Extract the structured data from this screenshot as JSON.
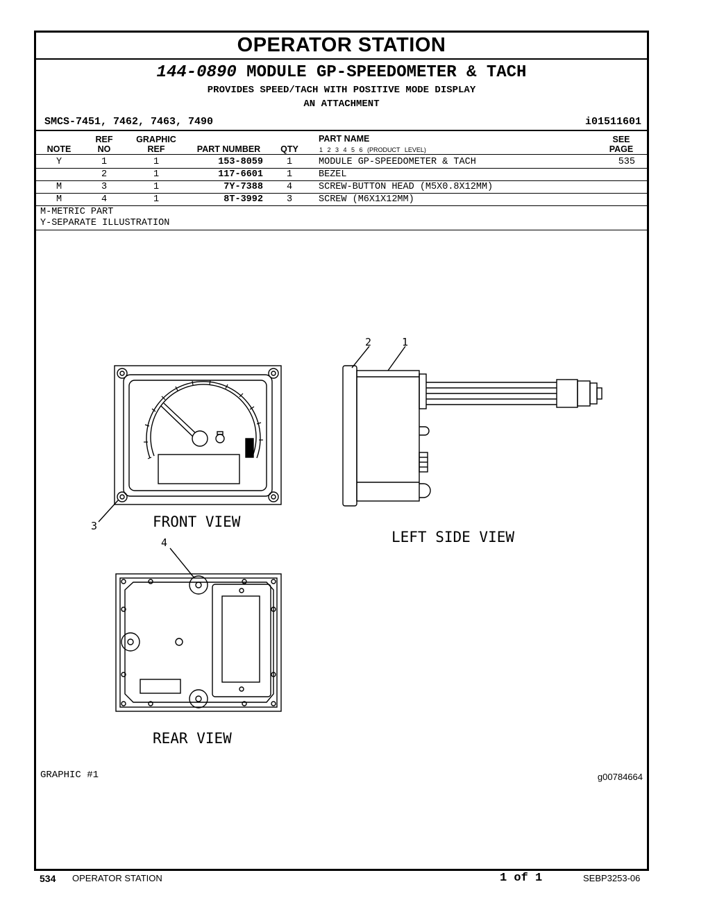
{
  "header": {
    "section_title": "OPERATOR STATION",
    "part_number": "144-0890",
    "part_title": "MODULE GP-SPEEDOMETER & TACH",
    "subtitle": "PROVIDES SPEED/TACH WITH POSITIVE MODE DISPLAY",
    "subtitle2": "AN ATTACHMENT",
    "smcs": "SMCS-7451, 7462, 7463, 7490",
    "ident": "i01511601"
  },
  "table": {
    "columns": {
      "note": "NOTE",
      "ref_no_1": "REF",
      "ref_no_2": "NO",
      "graphic_ref_1": "GRAPHIC",
      "graphic_ref_2": "REF",
      "part_number": "PART NUMBER",
      "qty": "QTY",
      "part_name": "PART NAME",
      "product_level": "1 2 3 4 5 6 (PRODUCT LEVEL)",
      "see_page_1": "SEE",
      "see_page_2": "PAGE"
    },
    "rows": [
      {
        "note": "Y",
        "ref_no": "1",
        "graphic_ref": "1",
        "part_number": "153-8059",
        "qty": "1",
        "part_name": "MODULE GP-SPEEDOMETER & TACH",
        "see_page": "535"
      },
      {
        "note": "",
        "ref_no": "2",
        "graphic_ref": "1",
        "part_number": "117-6601",
        "qty": "1",
        "part_name": "BEZEL",
        "see_page": ""
      },
      {
        "note": "M",
        "ref_no": "3",
        "graphic_ref": "1",
        "part_number": "7Y-7388",
        "qty": "4",
        "part_name": "SCREW-BUTTON HEAD (M5X0.8X12MM)",
        "see_page": ""
      },
      {
        "note": "M",
        "ref_no": "4",
        "graphic_ref": "1",
        "part_number": "8T-3992",
        "qty": "3",
        "part_name": "SCREW (M6X1X12MM)",
        "see_page": ""
      }
    ],
    "notes": [
      "M-METRIC PART",
      "Y-SEPARATE ILLUSTRATION"
    ]
  },
  "graphic": {
    "label": "GRAPHIC #1",
    "id": "g00784664",
    "front_view": "FRONT VIEW",
    "left_side_view": "LEFT SIDE VIEW",
    "rear_view": "REAR VIEW",
    "callouts": [
      "1",
      "2",
      "3",
      "4"
    ]
  },
  "footer": {
    "page": "534",
    "section": "OPERATOR STATION",
    "page_of": "1 of 1",
    "doc": "SEBP3253-06"
  }
}
